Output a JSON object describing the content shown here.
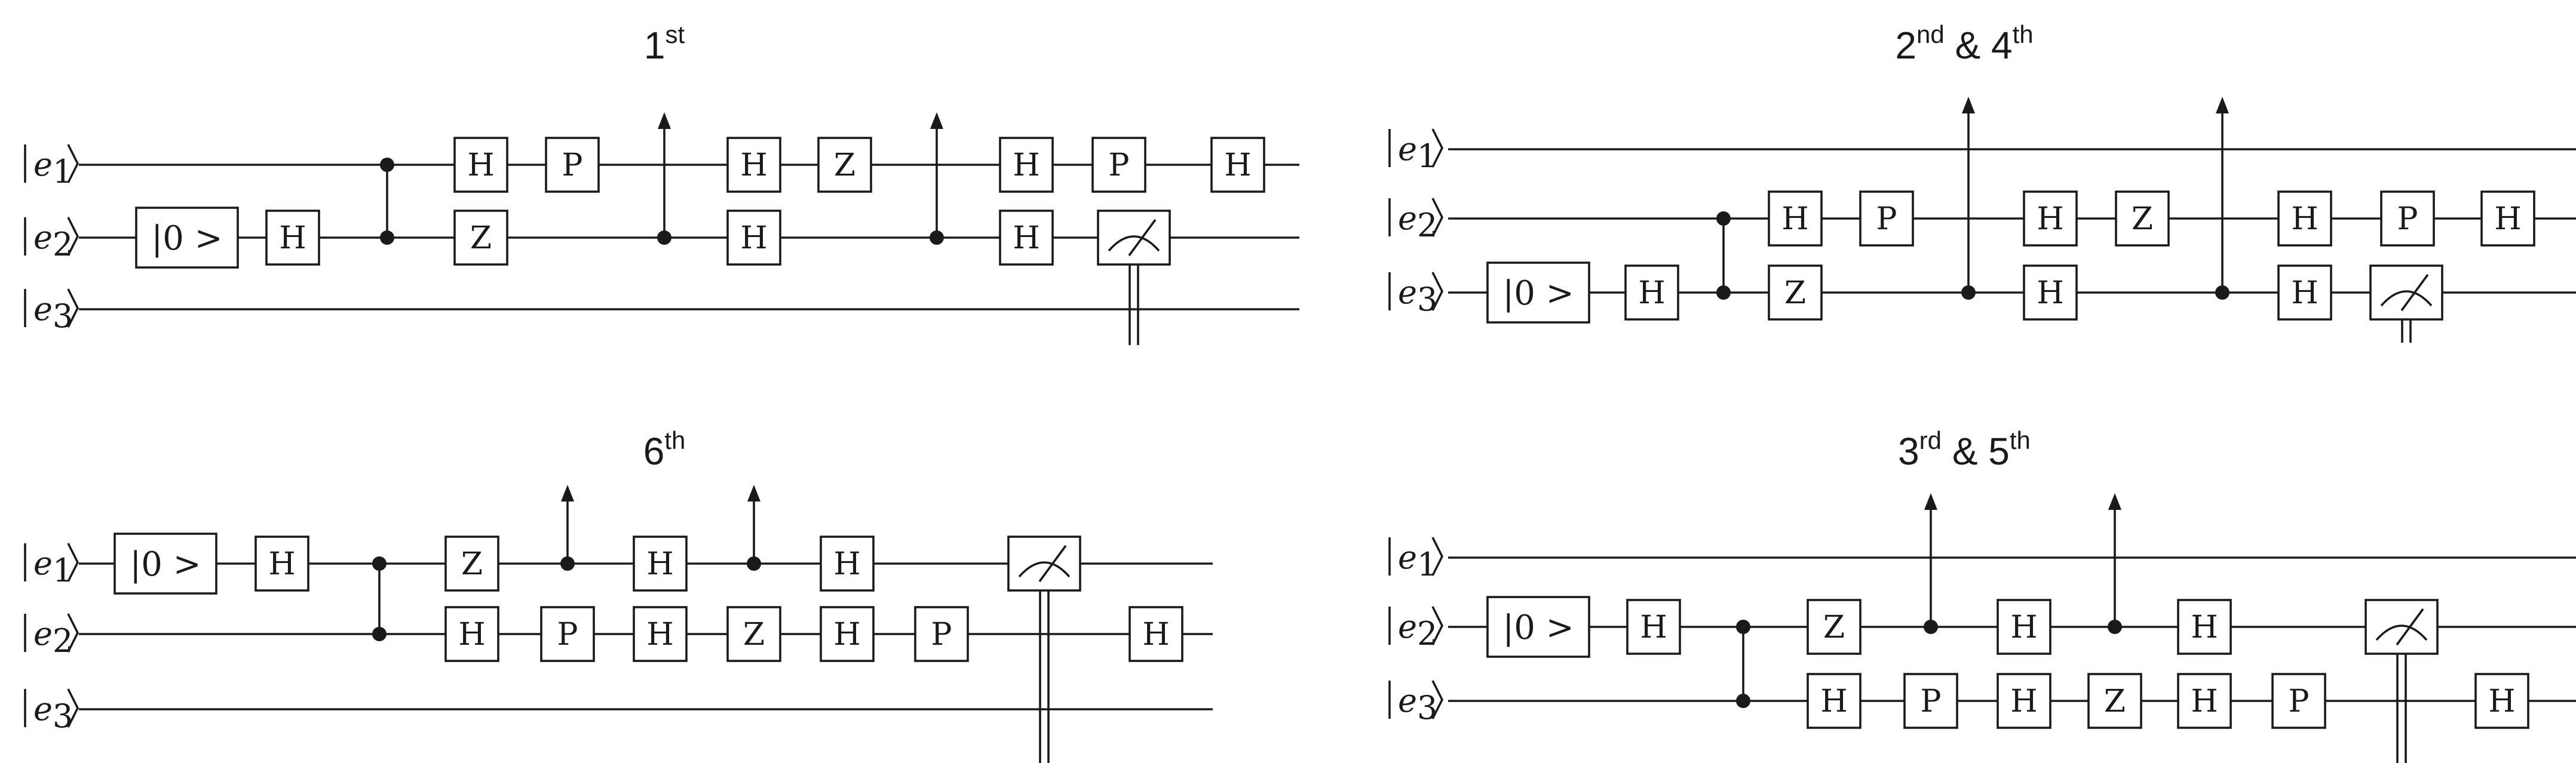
{
  "colors": {
    "ink": "#1a1a1a",
    "background": "#ffffff"
  },
  "circuits": [
    {
      "id": "c1",
      "title": {
        "main": "1",
        "sup": "st",
        "rest": ""
      },
      "qubits": [
        "e1",
        "e2",
        "e3"
      ],
      "init": {
        "qubit": 2,
        "label": "|0 >"
      },
      "gates": [
        {
          "qubit": 2,
          "label": "H"
        },
        {
          "qubit": 1,
          "label": "H"
        },
        {
          "qubit": 1,
          "label": "P"
        },
        {
          "qubit": 2,
          "label": "Z"
        },
        {
          "qubit": 1,
          "label": "H"
        },
        {
          "qubit": 1,
          "label": "Z"
        },
        {
          "qubit": 2,
          "label": "H"
        },
        {
          "qubit": 1,
          "label": "H"
        },
        {
          "qubit": 1,
          "label": "P"
        },
        {
          "qubit": 1,
          "label": "H"
        },
        {
          "qubit": 2,
          "label": "H"
        }
      ],
      "measure_qubit": 2
    },
    {
      "id": "c2",
      "title": {
        "main": "2",
        "sup": "nd",
        "rest": " & 4",
        "sup2": "th"
      },
      "qubits": [
        "e1",
        "e2",
        "e3"
      ],
      "init": {
        "qubit": 3,
        "label": "|0 >"
      },
      "gates": [
        {
          "qubit": 3,
          "label": "H"
        },
        {
          "qubit": 2,
          "label": "H"
        },
        {
          "qubit": 2,
          "label": "P"
        },
        {
          "qubit": 3,
          "label": "Z"
        },
        {
          "qubit": 2,
          "label": "H"
        },
        {
          "qubit": 2,
          "label": "Z"
        },
        {
          "qubit": 3,
          "label": "H"
        },
        {
          "qubit": 2,
          "label": "H"
        },
        {
          "qubit": 2,
          "label": "P"
        },
        {
          "qubit": 2,
          "label": "H"
        },
        {
          "qubit": 3,
          "label": "H"
        }
      ],
      "measure_qubit": 3
    },
    {
      "id": "c3",
      "title": {
        "main": "6",
        "sup": "th",
        "rest": ""
      },
      "qubits": [
        "e1",
        "e2",
        "e3"
      ],
      "init": {
        "qubit": 1,
        "label": "|0 >"
      },
      "gates": [
        {
          "qubit": 1,
          "label": "H"
        },
        {
          "qubit": 1,
          "label": "Z"
        },
        {
          "qubit": 2,
          "label": "H"
        },
        {
          "qubit": 2,
          "label": "P"
        },
        {
          "qubit": 1,
          "label": "H"
        },
        {
          "qubit": 2,
          "label": "H"
        },
        {
          "qubit": 2,
          "label": "Z"
        },
        {
          "qubit": 1,
          "label": "H"
        },
        {
          "qubit": 2,
          "label": "H"
        },
        {
          "qubit": 2,
          "label": "P"
        },
        {
          "qubit": 2,
          "label": "H"
        }
      ],
      "measure_qubit": 1
    },
    {
      "id": "c4",
      "title": {
        "main": "3",
        "sup": "rd",
        "rest": " & 5",
        "sup2": "th"
      },
      "qubits": [
        "e1",
        "e2",
        "e3"
      ],
      "init": {
        "qubit": 2,
        "label": "|0 >"
      },
      "gates": [
        {
          "qubit": 2,
          "label": "H"
        },
        {
          "qubit": 2,
          "label": "Z"
        },
        {
          "qubit": 3,
          "label": "H"
        },
        {
          "qubit": 3,
          "label": "P"
        },
        {
          "qubit": 2,
          "label": "H"
        },
        {
          "qubit": 3,
          "label": "H"
        },
        {
          "qubit": 3,
          "label": "Z"
        },
        {
          "qubit": 2,
          "label": "H"
        },
        {
          "qubit": 3,
          "label": "H"
        },
        {
          "qubit": 3,
          "label": "P"
        },
        {
          "qubit": 3,
          "label": "H"
        }
      ],
      "measure_qubit": 2
    }
  ]
}
